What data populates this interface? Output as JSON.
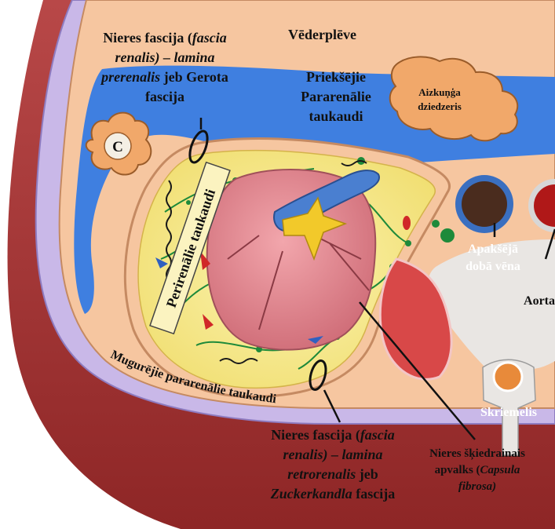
{
  "labels": {
    "vederpleve": "Vēderplēve",
    "anterior_fascia_l1_a": "Nieres fascija (",
    "anterior_fascia_l1_b": "fascia",
    "anterior_fascia_l2": "renalis) – lamina",
    "anterior_fascia_l3_a": "prerenalis",
    "anterior_fascia_l3_b": " jeb Gerota",
    "anterior_fascia_l4": "fascija",
    "anterior_pararenal_l1": "Priekšējie",
    "anterior_pararenal_l2": "Pararenālie",
    "anterior_pararenal_l3": "taukaudi",
    "pancreas_l1": "Aizkuņģa",
    "pancreas_l2": "dziedzeris",
    "colon_letter": "C",
    "perirenal_fat": "Perirenālie taukaudi",
    "ivc_l1": "Apakšējā",
    "ivc_l2": "dobā vēna",
    "aorta": "Aorta",
    "posterior_pararenal": "Mugurējie pararenālie taukaudi",
    "vertebra": "Skriemelis",
    "posterior_fascia_l1_a": "Nieres fascija (",
    "posterior_fascia_l1_b": "fascia",
    "posterior_fascia_l2": "renalis) – lamina",
    "posterior_fascia_l3_a": "retrorenalis",
    "posterior_fascia_l3_b": " jeb",
    "posterior_fascia_l4_a": "Zuckerkandla",
    "posterior_fascia_l4_b": " fascija",
    "capsule_l1": "Nieres šķiedrainais",
    "capsule_l2_a": "apvalks (",
    "capsule_l2_b": "Capsula",
    "capsule_l3": "fibrosa)"
  },
  "colors": {
    "muscle": "#a83a3a",
    "peritoneum": "#f6c6a0",
    "anterior_fat": "#3f7fe0",
    "posterior_fat": "#c9b8e8",
    "perirenal_fat": "#f7ea8c",
    "kidney": "#e28a92",
    "renal_vein": "#4a7fd0",
    "ureter": "#f2c92a",
    "vertebra": "#e9e6e3",
    "ivc": "#4a2c1e",
    "aorta": "#b01818"
  }
}
